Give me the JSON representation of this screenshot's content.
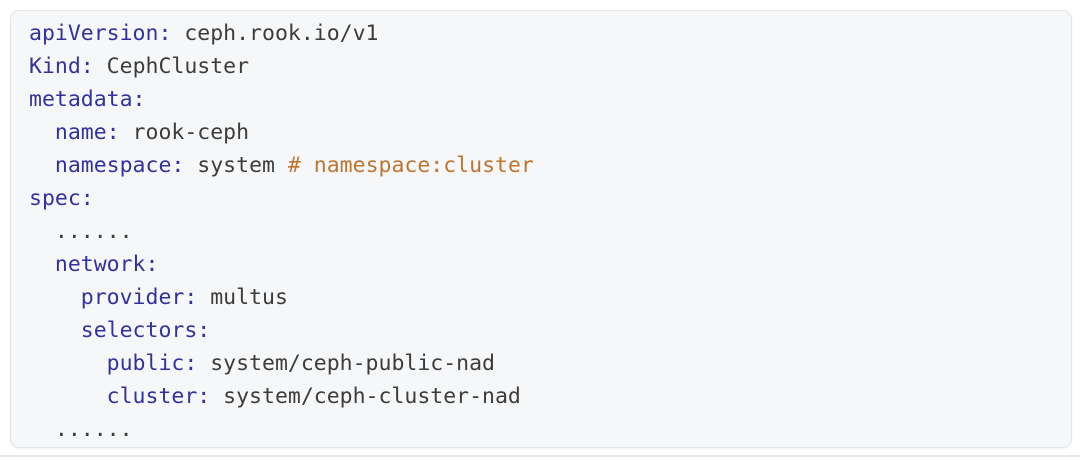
{
  "palette": {
    "page_background": "#ffffff",
    "block_background": "#f6f7f8",
    "block_border": "#e3e4e6",
    "key_color": "#32329f",
    "value_color": "#3c3c3c",
    "comment_color": "#bd7530",
    "divider_color": "#e7e8ea"
  },
  "code_block": {
    "lines": [
      {
        "segments": [
          {
            "type": "key",
            "text": "apiVersion:"
          },
          {
            "type": "value",
            "text": " ceph.rook.io/v1"
          }
        ]
      },
      {
        "segments": [
          {
            "type": "key",
            "text": "Kind:"
          },
          {
            "type": "value",
            "text": " CephCluster"
          }
        ]
      },
      {
        "segments": [
          {
            "type": "key",
            "text": "metadata:"
          }
        ]
      },
      {
        "segments": [
          {
            "type": "key",
            "text": "  name:"
          },
          {
            "type": "value",
            "text": " rook-ceph"
          }
        ]
      },
      {
        "segments": [
          {
            "type": "key",
            "text": "  namespace:"
          },
          {
            "type": "value",
            "text": " system "
          },
          {
            "type": "comment",
            "text": "# namespace:cluster"
          }
        ]
      },
      {
        "segments": [
          {
            "type": "key",
            "text": "spec:"
          }
        ]
      },
      {
        "segments": [
          {
            "type": "value",
            "text": "  ......"
          }
        ]
      },
      {
        "segments": [
          {
            "type": "key",
            "text": "  network:"
          }
        ]
      },
      {
        "segments": [
          {
            "type": "key",
            "text": "    provider:"
          },
          {
            "type": "value",
            "text": " multus"
          }
        ]
      },
      {
        "segments": [
          {
            "type": "key",
            "text": "    selectors:"
          }
        ]
      },
      {
        "segments": [
          {
            "type": "key",
            "text": "      public:"
          },
          {
            "type": "value",
            "text": " system/ceph-public-nad"
          }
        ]
      },
      {
        "segments": [
          {
            "type": "key",
            "text": "      cluster:"
          },
          {
            "type": "value",
            "text": " system/ceph-cluster-nad"
          }
        ]
      },
      {
        "segments": [
          {
            "type": "value",
            "text": "  ......"
          }
        ]
      }
    ]
  }
}
